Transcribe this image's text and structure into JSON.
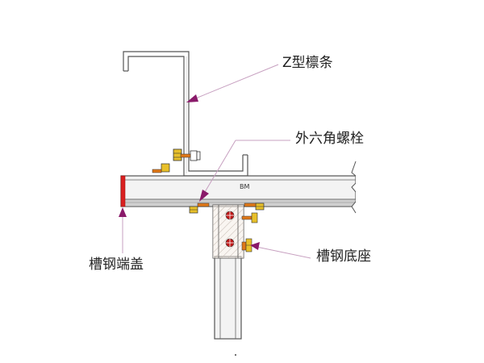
{
  "labels": {
    "z_purlin": "Z型檩条",
    "hex_bolt": "外六角螺栓",
    "channel_end_cap": "槽钢端盖",
    "channel_base": "槽钢底座"
  },
  "beam_mark": "BM",
  "colors": {
    "outline": "#555555",
    "channel_fill": "#f3f3f3",
    "beam_bottom": "#cfcfcf",
    "end_cap": "#d92020",
    "leader": "#c7a0c0",
    "arrow": "#8a1a6a",
    "bolt_yellow": "#e8c02a",
    "bolt_orange": "#e07818",
    "bolt_hole": "#c01818"
  }
}
